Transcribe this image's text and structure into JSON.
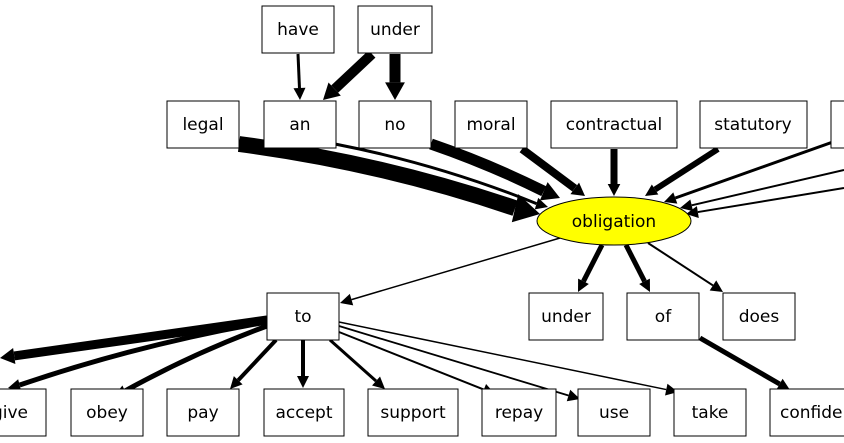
{
  "diagram": {
    "center": {
      "id": "obligation",
      "label": "obligation",
      "fill": "#ffff00"
    },
    "nodes": [
      {
        "id": "have",
        "label": "have"
      },
      {
        "id": "under_top",
        "label": "under"
      },
      {
        "id": "legal",
        "label": "legal"
      },
      {
        "id": "an",
        "label": "an"
      },
      {
        "id": "no",
        "label": "no"
      },
      {
        "id": "moral",
        "label": "moral"
      },
      {
        "id": "contractual",
        "label": "contractual"
      },
      {
        "id": "statutory",
        "label": "statutory"
      },
      {
        "id": "to",
        "label": "to"
      },
      {
        "id": "under_mid",
        "label": "under"
      },
      {
        "id": "of",
        "label": "of"
      },
      {
        "id": "does",
        "label": "does"
      },
      {
        "id": "give",
        "label": "give"
      },
      {
        "id": "obey",
        "label": "obey"
      },
      {
        "id": "pay",
        "label": "pay"
      },
      {
        "id": "accept",
        "label": "accept"
      },
      {
        "id": "support",
        "label": "support"
      },
      {
        "id": "repay",
        "label": "repay"
      },
      {
        "id": "use",
        "label": "use"
      },
      {
        "id": "take",
        "label": "take"
      },
      {
        "id": "confide",
        "label": "confide"
      }
    ],
    "edges": [
      {
        "from": "have",
        "to": "an",
        "weight": 3
      },
      {
        "from": "under_top",
        "to": "an",
        "weight": 10
      },
      {
        "from": "under_top",
        "to": "no",
        "weight": 11
      },
      {
        "from": "legal",
        "to": "obligation",
        "weight": 16
      },
      {
        "from": "an",
        "to": "obligation",
        "weight": 3
      },
      {
        "from": "no",
        "to": "obligation",
        "weight": 11
      },
      {
        "from": "moral",
        "to": "obligation",
        "weight": 8
      },
      {
        "from": "contractual",
        "to": "obligation",
        "weight": 7
      },
      {
        "from": "statutory",
        "to": "obligation",
        "weight": 6
      },
      {
        "from": "offscreen_right_1",
        "to": "obligation",
        "weight": 3
      },
      {
        "from": "offscreen_right_2",
        "to": "obligation",
        "weight": 2
      },
      {
        "from": "offscreen_right_3",
        "to": "obligation",
        "weight": 2
      },
      {
        "from": "obligation",
        "to": "to",
        "weight": 1.5
      },
      {
        "from": "obligation",
        "to": "under_mid",
        "weight": 5
      },
      {
        "from": "obligation",
        "to": "of",
        "weight": 5
      },
      {
        "from": "obligation",
        "to": "does",
        "weight": 2
      },
      {
        "from": "of",
        "to": "confide",
        "weight": 5
      },
      {
        "from": "to",
        "to": "offscreen_left_1",
        "weight": 9
      },
      {
        "from": "to",
        "to": "give",
        "weight": 5
      },
      {
        "from": "to",
        "to": "obey",
        "weight": 5
      },
      {
        "from": "to",
        "to": "pay",
        "weight": 4
      },
      {
        "from": "to",
        "to": "accept",
        "weight": 4
      },
      {
        "from": "to",
        "to": "support",
        "weight": 3
      },
      {
        "from": "to",
        "to": "repay",
        "weight": 2
      },
      {
        "from": "to",
        "to": "use",
        "weight": 1.8
      },
      {
        "from": "to",
        "to": "take",
        "weight": 1.5
      }
    ]
  }
}
